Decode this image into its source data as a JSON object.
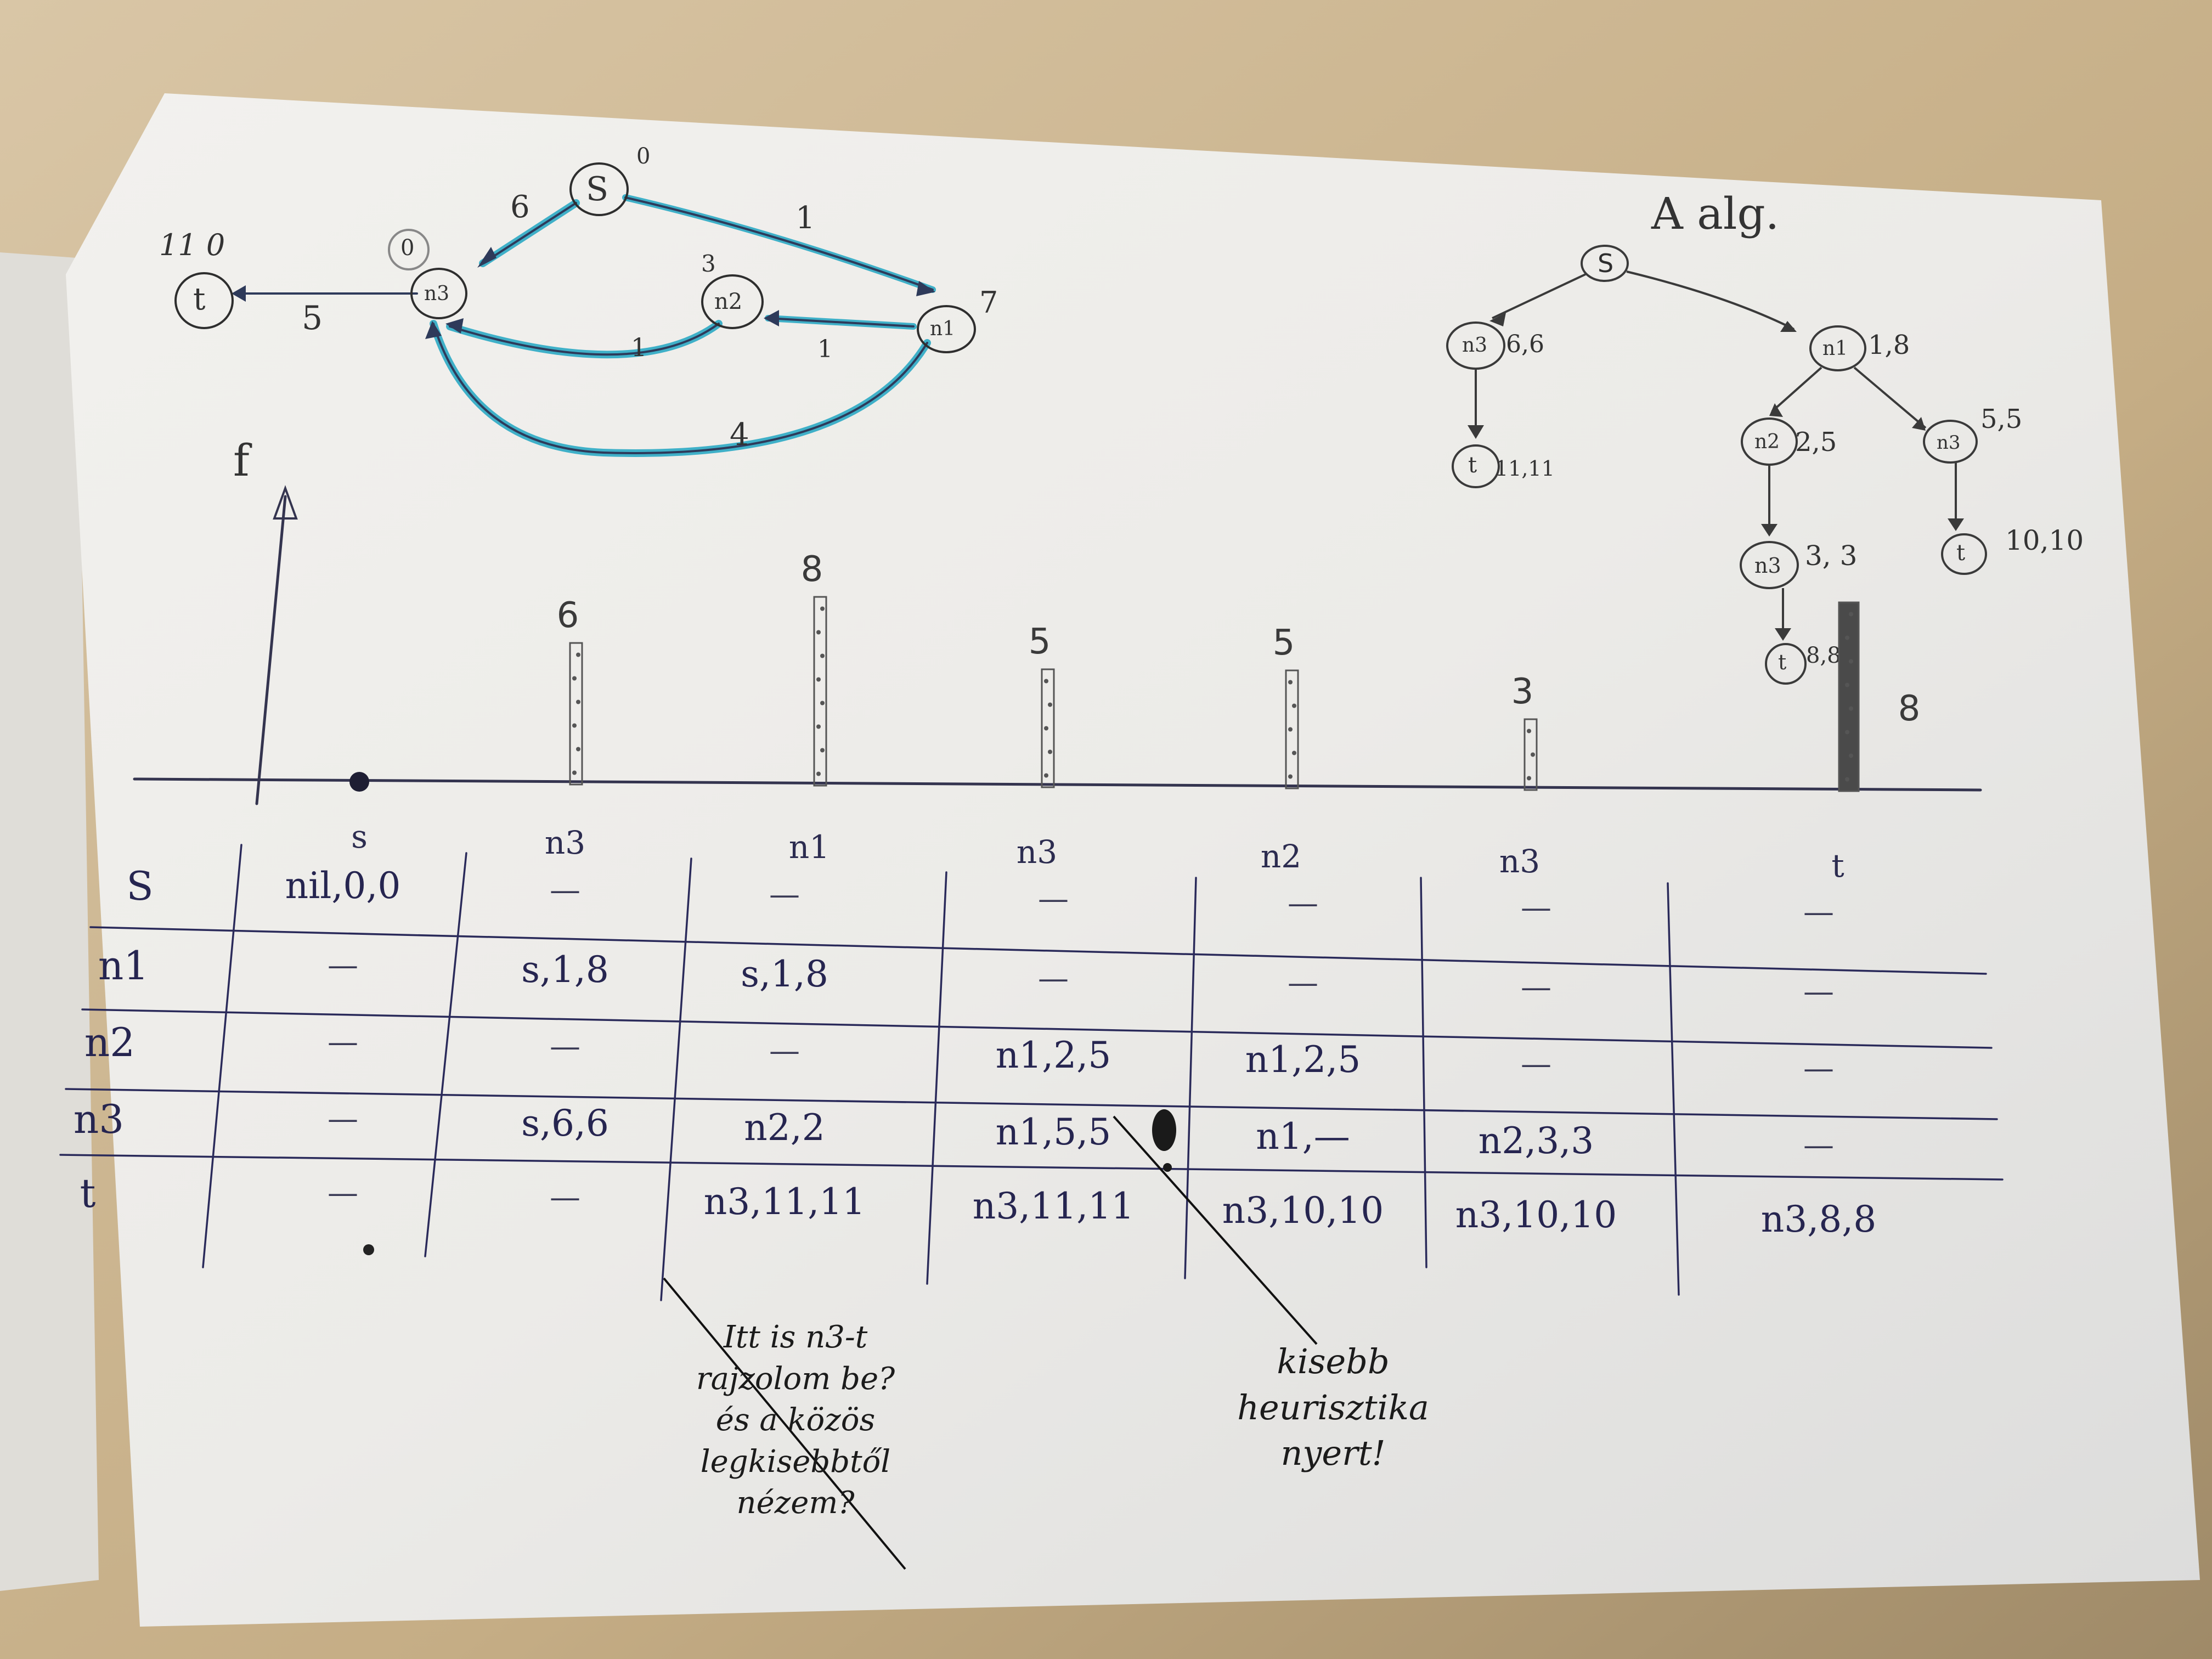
{
  "graph": {
    "nodes": [
      {
        "id": "S",
        "label": "S",
        "annotation": "0"
      },
      {
        "id": "n3",
        "label": "n3",
        "annotation": "0"
      },
      {
        "id": "n2",
        "label": "n2",
        "annotation": "3"
      },
      {
        "id": "n1",
        "label": "n1",
        "annotation": "7"
      },
      {
        "id": "t",
        "label": "t",
        "annotation": "11 0"
      }
    ],
    "edges": [
      {
        "from": "S",
        "to": "n3",
        "weight": "6"
      },
      {
        "from": "S",
        "to": "n1",
        "weight": "1"
      },
      {
        "from": "n3",
        "to": "t",
        "weight": "5"
      },
      {
        "from": "n2",
        "to": "n3",
        "weight": "1"
      },
      {
        "from": "n1",
        "to": "n2",
        "weight": "1"
      },
      {
        "from": "n1",
        "to": "n3",
        "weight": "4"
      }
    ],
    "colors": {
      "ink": "#2e2e2e",
      "highlight": "#3fb0c8"
    }
  },
  "tree": {
    "title": "A alg.",
    "root": "S",
    "nodes": [
      {
        "id": "n3a",
        "label": "n3",
        "value": "6,6"
      },
      {
        "id": "n1",
        "label": "n1",
        "value": "1,8"
      },
      {
        "id": "ta",
        "label": "t",
        "value": "11,11"
      },
      {
        "id": "n2",
        "label": "n2",
        "value": "2,5"
      },
      {
        "id": "n3b",
        "label": "n3",
        "value": "5,5"
      },
      {
        "id": "n3c",
        "label": "n3",
        "value": "3, 3"
      },
      {
        "id": "tb",
        "label": "t",
        "value": "10,10"
      },
      {
        "id": "tc",
        "label": "t",
        "value": "8,8"
      }
    ]
  },
  "chart_data": {
    "type": "bar",
    "ylabel": "f",
    "categories": [
      "s",
      "n3",
      "n1",
      "n3",
      "n2",
      "n3",
      "t"
    ],
    "values": [
      0,
      6,
      8,
      5,
      5,
      3,
      8
    ],
    "value_labels": [
      "",
      "6",
      "8",
      "5",
      "5",
      "3",
      "8"
    ],
    "ylim": [
      0,
      8
    ]
  },
  "table": {
    "row_labels": [
      "S",
      "n1",
      "n2",
      "n3",
      "t"
    ],
    "columns": [
      [
        "nil,0,0",
        "—",
        "—",
        "—",
        "—"
      ],
      [
        "—",
        "s,1,8",
        "—",
        "s,6,6",
        "—"
      ],
      [
        "—",
        "s,1,8",
        "—",
        "n2,2",
        "n3,11,11"
      ],
      [
        "—",
        "—",
        "n1,2,5",
        "n1,5,5",
        "n3,11,11"
      ],
      [
        "—",
        "—",
        "n1,2,5",
        "n1,—",
        "n3,10,10"
      ],
      [
        "—",
        "—",
        "—",
        "n2,3,3",
        "n3,10,10"
      ],
      [
        "—",
        "—",
        "—",
        "—",
        "n3,8,8"
      ]
    ]
  },
  "notes": {
    "left": [
      "Itt is n3-t",
      "rajzolom be?",
      "és a közös",
      "legkisebbtől",
      "nézem?"
    ],
    "right": [
      "kisebb",
      "heurisztika",
      "nyert!"
    ]
  }
}
